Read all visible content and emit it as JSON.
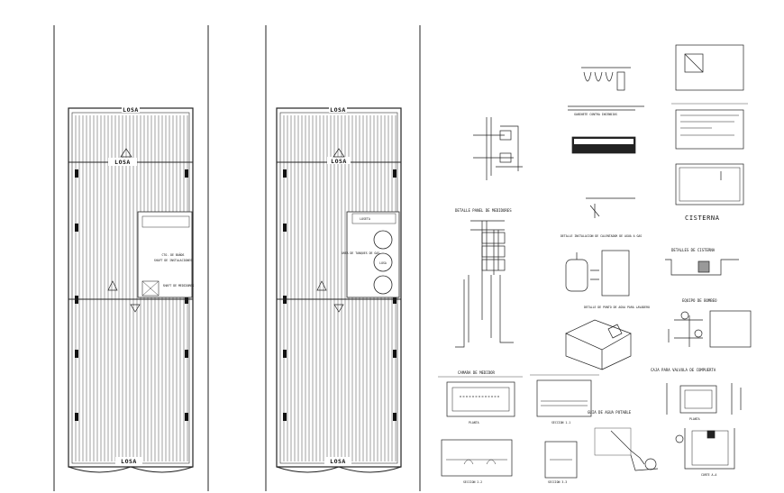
{
  "plans": [
    {
      "labels": {
        "top": "LOSA",
        "bottom": "LOSA",
        "room1": "CTO. DE BAÑOS",
        "room2": "SHAFT DE INSTALACIONES",
        "room3": "SHAFT DE MEDIDORES"
      }
    },
    {
      "labels": {
        "top": "LOSA",
        "bottom": "LOSA",
        "tank": "LOSA",
        "area": "AREA DE TANQUES DE GAS",
        "shaft": "LOSETA"
      }
    }
  ],
  "details": {
    "panel_medidores": "DETALLE PANEL DE MEDIDORES",
    "calentador": "DETALLE INSTALACION DE CALENTADOR DE AGUA A GAS",
    "punto_agua": "DETALLE DE PUNTO DE AGUA PARA LAVADERO",
    "cisterna": "CISTERNA",
    "detalles_cisterna": "DETALLES DE CISTERNA",
    "equipo_bombeo": "EQUIPO DE BOMBEO",
    "camara_medidor": "CAMARA DE MEDIDOR",
    "caja_valvula": "CAJA PARA VALVULA DE COMPUERTA",
    "guia_agua": "GUIA DE AGUA POTABLE",
    "planta": "PLANTA",
    "seccion_1": "SECCION 1-1",
    "seccion_2": "SECCION 2-2",
    "seccion_3": "SECCION 3-3",
    "corte_a": "CORTE A-A",
    "gabinete": "GABINETE CONTRA INCENDIOS"
  }
}
